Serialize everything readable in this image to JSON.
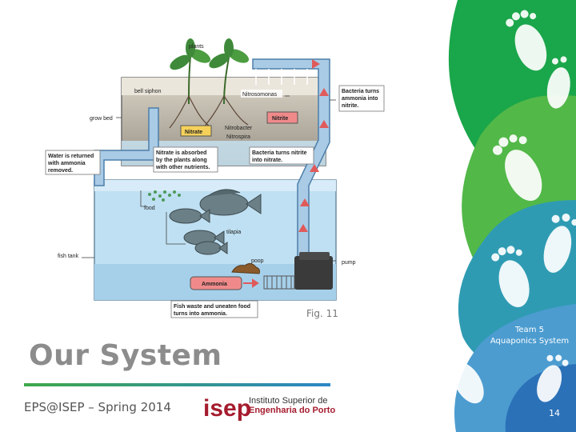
{
  "diagram": {
    "labels": {
      "plants": "plants",
      "bell_siphon": "bell siphon",
      "nitrosomonas": "Nitrosomonas",
      "grow_bed": "grow bed",
      "nitrite": "Nitrite",
      "nitrate": "Nitrate",
      "nitrobacter": "Nitrobacter",
      "nitrospira": "Nitrospira",
      "bacteria_ammonia": [
        "Bacteria turns",
        "ammonia into",
        "nitrite."
      ],
      "water_returned": [
        "Water is returned",
        "with ammonia",
        "removed."
      ],
      "nitrate_absorbed": [
        "Nitrate is absorbed",
        "by the plants along",
        "with other nutrients."
      ],
      "bacteria_nitrite": [
        "Bacteria turns nitrite",
        "into nitrate."
      ],
      "food": "food",
      "tilapia": "tilapia",
      "fish_tank": "fish tank",
      "poop": "poop",
      "pump": "pump",
      "ammonia": "Ammonia",
      "fish_waste": [
        "Fish waste and uneaten food",
        "turns into ammonia."
      ]
    }
  },
  "figure": {
    "caption": "Fig. 11"
  },
  "slide": {
    "title": "Our System",
    "footer": "EPS@ISEP – Spring 2014",
    "team": [
      "Team 5",
      "Aquaponics System"
    ],
    "page_number": "14"
  },
  "logo": {
    "mark": "isep",
    "line1": "Instituto Superior de",
    "line2": "Engenharia do Porto"
  },
  "colors": {
    "water": "#bfe0f2",
    "water_deep": "#9fcbe6",
    "pipe": "#a9cbe6",
    "pipe_outline": "#4d7ea8",
    "arrow_red": "#e05a5a",
    "label_box": "#f08a8a",
    "nitrate_box": "#f6d15a",
    "green1": "#1aa64a",
    "green2": "#52b848",
    "teal": "#2f9bb3",
    "blue": "#2b71b8",
    "isep_red": "#a51c2e"
  }
}
